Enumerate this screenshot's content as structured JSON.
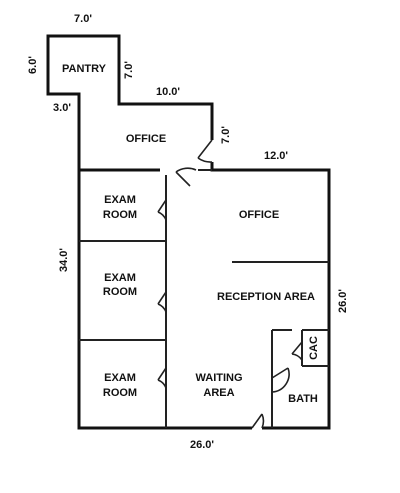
{
  "rooms": {
    "pantry": "PANTRY",
    "office_top": "OFFICE",
    "exam1_a": "EXAM",
    "exam1_b": "ROOM",
    "exam2_a": "EXAM",
    "exam2_b": "ROOM",
    "exam3_a": "EXAM",
    "exam3_b": "ROOM",
    "office_right": "OFFICE",
    "reception": "RECEPTION AREA",
    "waiting_a": "WAITING",
    "waiting_b": "AREA",
    "bath": "BATH",
    "cac": "CAC"
  },
  "dimensions": {
    "pantry_top": "7.0'",
    "pantry_left": "6.0'",
    "pantry_right": "7.0'",
    "pantry_step": "3.0'",
    "office_top_wall": "10.0'",
    "office_right_wall": "7.0'",
    "right_block_top": "12.0'",
    "left_wall": "34.0'",
    "right_wall": "26.0'",
    "bottom_wall": "26.0'"
  }
}
